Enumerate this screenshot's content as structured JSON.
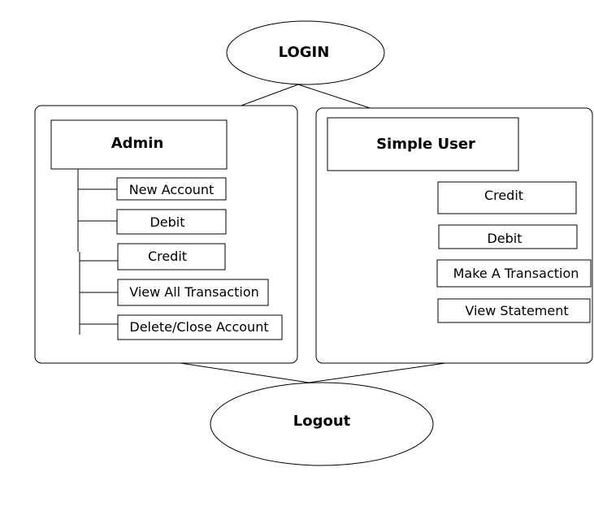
{
  "login": {
    "label": "LOGIN"
  },
  "logout": {
    "label": "Logout"
  },
  "admin": {
    "title": "Admin",
    "items": [
      "New Account",
      "Debit",
      "Credit",
      "View All Transaction",
      "Delete/Close Account"
    ]
  },
  "simple_user": {
    "title": "Simple User",
    "items": [
      "Credit",
      "Debit",
      "Make A Transaction",
      "View Statement"
    ]
  }
}
